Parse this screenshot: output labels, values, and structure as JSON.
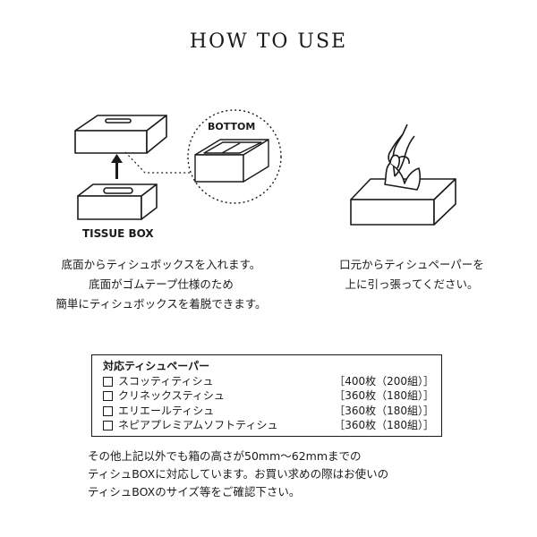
{
  "title": "HOW TO USE",
  "labels": {
    "bottom": "BOTTOM",
    "tissue_box": "TISSUE BOX"
  },
  "instructions": {
    "left": [
      "底面からティシュボックスを入れます。",
      "底面がゴムテープ仕様のため",
      "簡単にティシュボックスを着脱できます。"
    ],
    "right": [
      "口元からティシュペーパーを",
      "上に引っ張ってください。"
    ]
  },
  "compatible": {
    "title": "対応ティシュペーパー",
    "items": [
      {
        "name": "スコッティティシュ",
        "spec": "［400枚（200組）］"
      },
      {
        "name": "クリネックスティシュ",
        "spec": "［360枚（180組）］"
      },
      {
        "name": "エリエールティシュ",
        "spec": "［360枚（180組）］"
      },
      {
        "name": "ネピアプレミアムソフトティシュ",
        "spec": "［360枚（180組）］"
      }
    ]
  },
  "note": [
    "その他上記以外でも箱の高さが50mm〜62mmまでの",
    "ティシュBOXに対応しています。お買い求めの際はお使いの",
    "ティシュBOXのサイズ等をご確認下さい。"
  ]
}
